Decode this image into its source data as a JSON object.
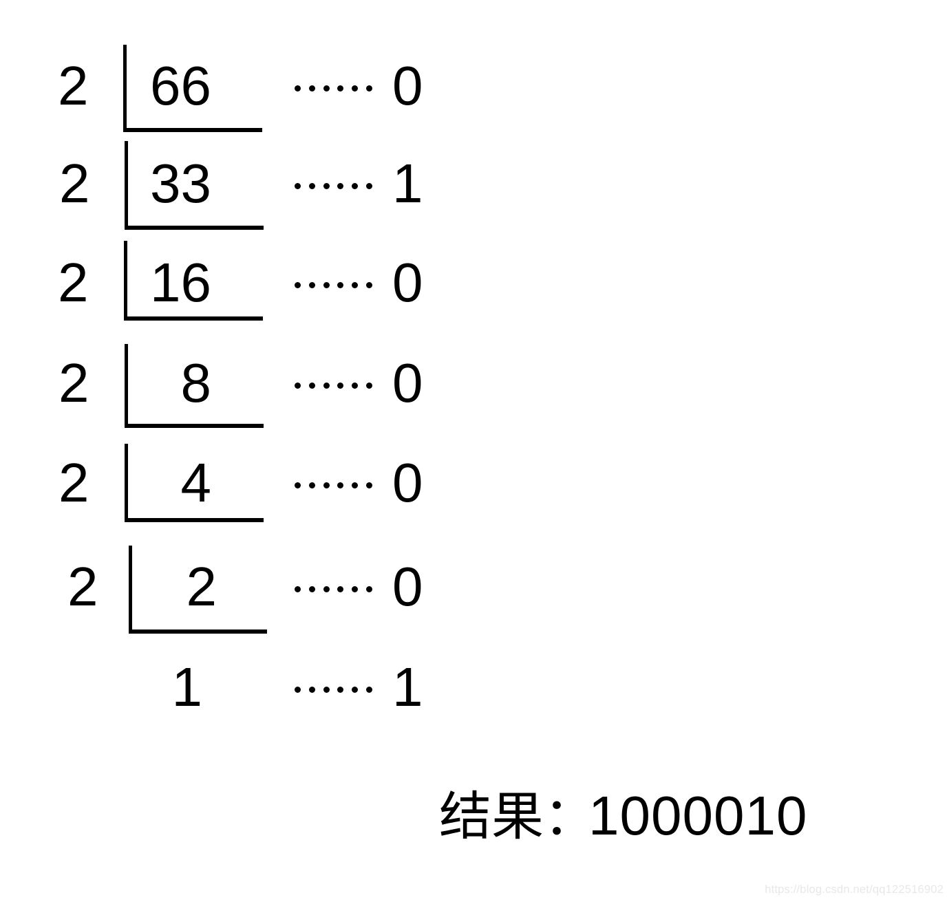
{
  "page": {
    "background": "#ffffff",
    "ink": "#000000"
  },
  "division": {
    "description_numbers": {
      "decimal_input": 66,
      "base": 2
    },
    "dots_per_row": 6,
    "rows": [
      {
        "divisor": "2",
        "dividend": "66",
        "remainder": "0"
      },
      {
        "divisor": "2",
        "dividend": "33",
        "remainder": "1"
      },
      {
        "divisor": "2",
        "dividend": "16",
        "remainder": "0"
      },
      {
        "divisor": "2",
        "dividend": "8",
        "remainder": "0"
      },
      {
        "divisor": "2",
        "dividend": "4",
        "remainder": "0"
      },
      {
        "divisor": "2",
        "dividend": "2",
        "remainder": "0"
      },
      {
        "divisor": "",
        "dividend": "1",
        "remainder": "1"
      }
    ]
  },
  "result": {
    "label": "结果：",
    "value": "1000010"
  },
  "watermark": {
    "text": "https://blog.csdn.net/qq122516902",
    "color": "#e8e8e8"
  }
}
